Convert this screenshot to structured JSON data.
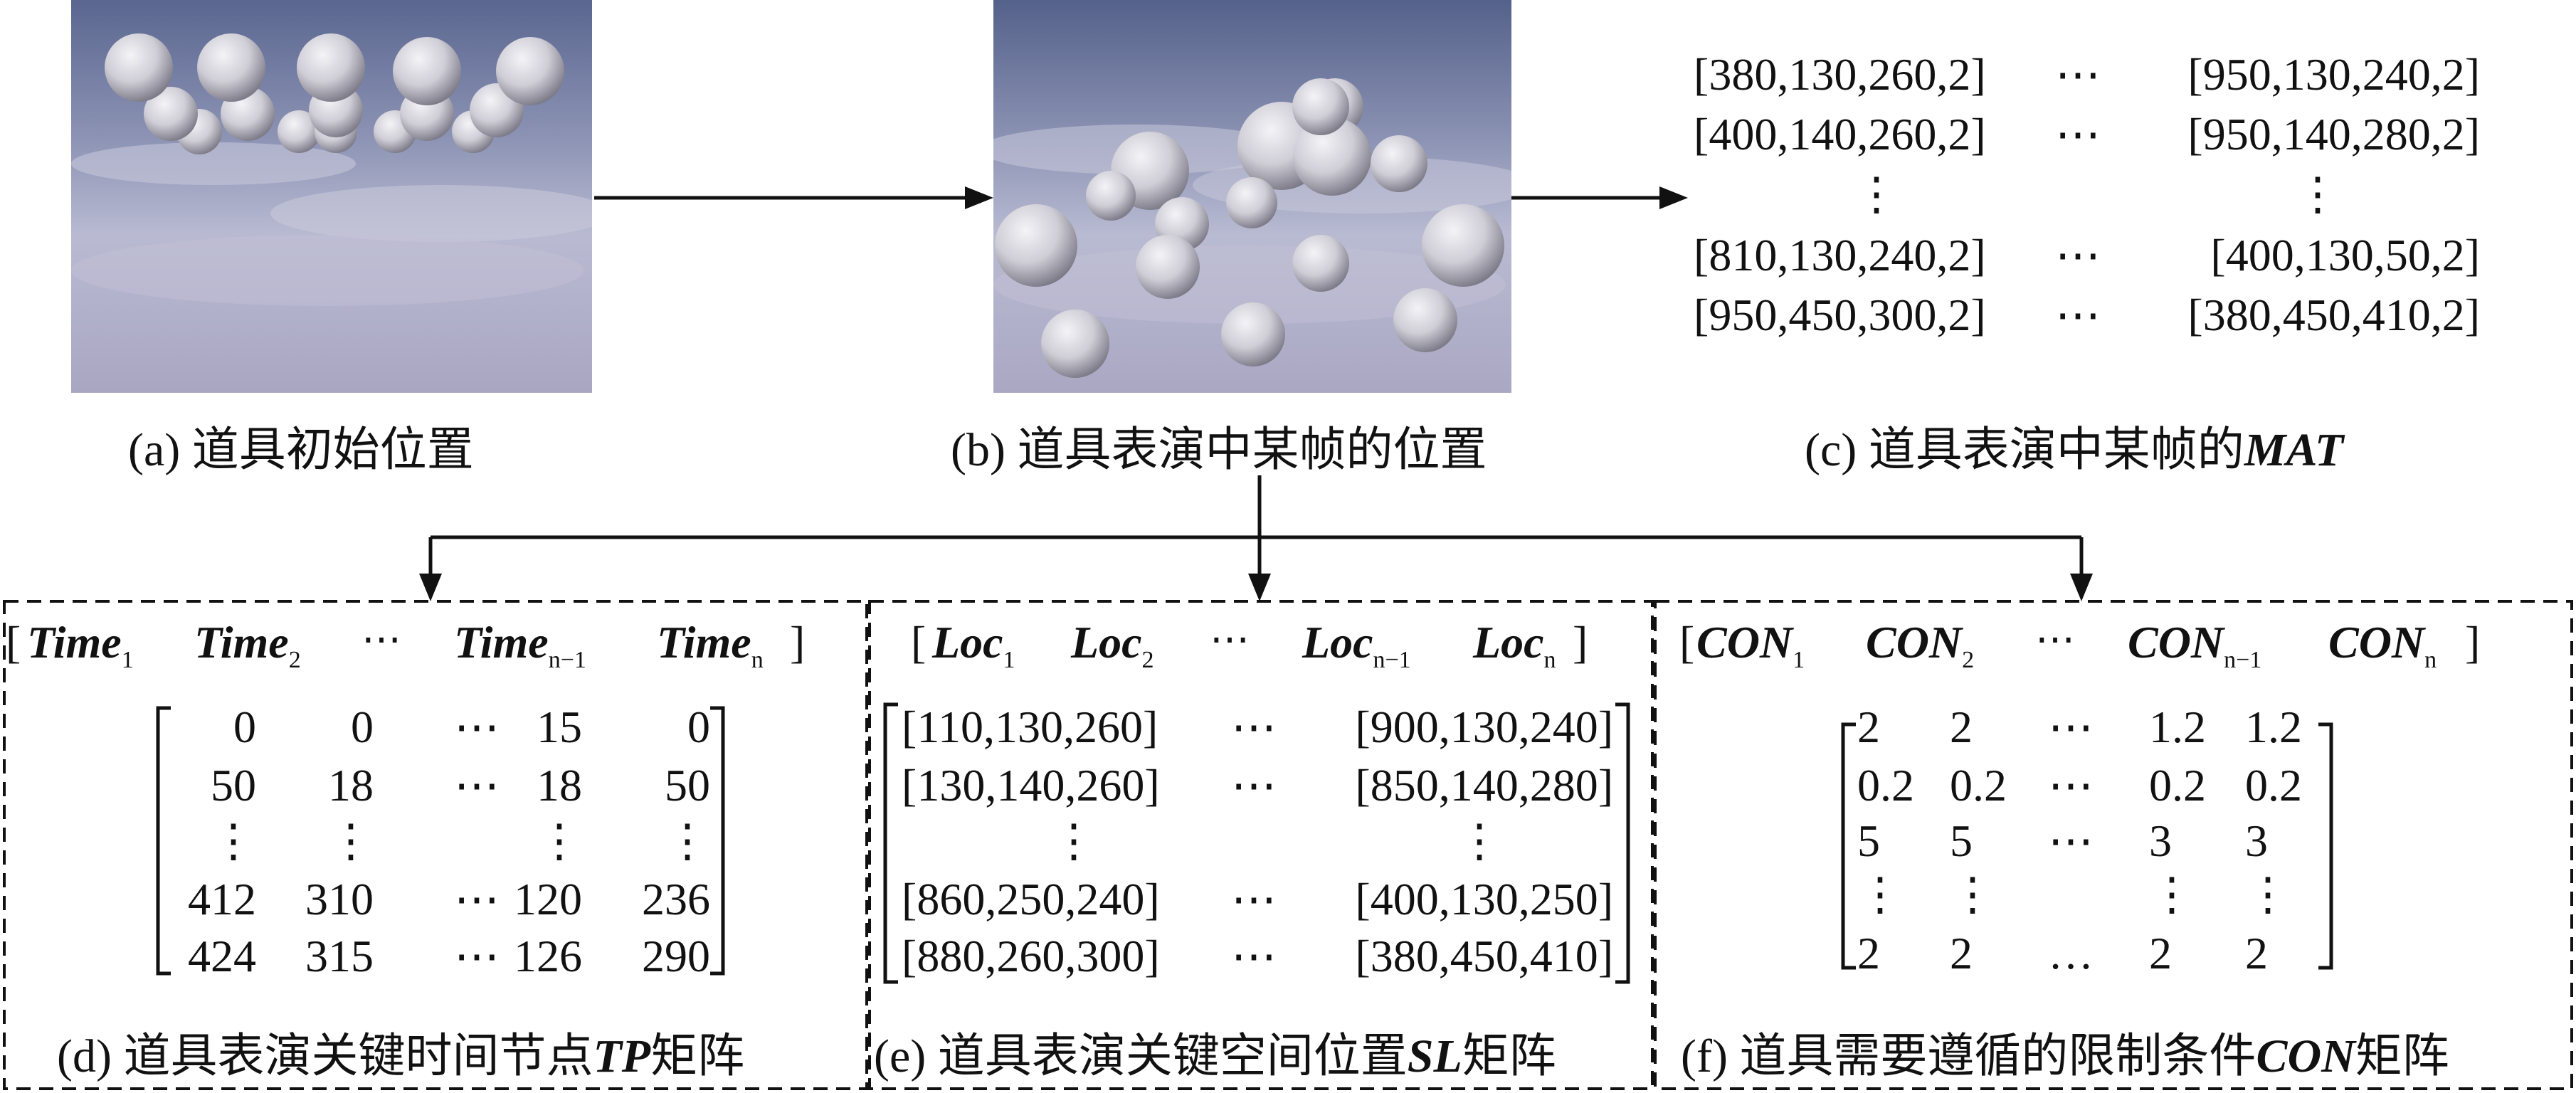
{
  "captions": {
    "a": "(a) 道具初始位置",
    "b": "(b) 道具表演中某帧的位置",
    "c_prefix": "(c) 道具表演中某帧的",
    "c_bold": "MAT",
    "d_prefix": "(d) 道具表演关键时间节点",
    "d_bold": "TP",
    "d_suffix": "矩阵",
    "e_prefix": "(e) 道具表演关键空间位置",
    "e_bold": "SL",
    "e_suffix": "矩阵",
    "f_prefix": "(f) 道具需要遵循的限制条件",
    "f_bold": "CON",
    "f_suffix": "矩阵"
  },
  "mat": {
    "rows": [
      [
        "[380,130,260,2]",
        "⋯",
        "[950,130,240,2]"
      ],
      [
        "[400,140,260,2]",
        "⋯",
        "[950,140,280,2]"
      ],
      [
        "⋮",
        "",
        "⋮"
      ],
      [
        "[810,130,240,2]",
        "⋯",
        "[400,130,50,2]"
      ],
      [
        "[950,450,300,2]",
        "⋯",
        "[380,450,410,2]"
      ]
    ]
  },
  "tp": {
    "header": {
      "open": "[",
      "t1": "Time",
      "s1": "1",
      "t2": "Time",
      "s2": "2",
      "dots": "⋯",
      "t3": "Time",
      "s3": "n−1",
      "t4": "Time",
      "s4": "n",
      "close": "]"
    },
    "rows": [
      [
        "0",
        "0",
        "⋯",
        "15",
        "0"
      ],
      [
        "50",
        "18",
        "⋯",
        "18",
        "50"
      ],
      [
        "⋮",
        "⋮",
        "",
        "⋮",
        "⋮"
      ],
      [
        "412",
        "310",
        "⋯",
        "120",
        "236"
      ],
      [
        "424",
        "315",
        "⋯",
        "126",
        "290"
      ]
    ]
  },
  "sl": {
    "header": {
      "open": "[",
      "t1": "Loc",
      "s1": "1",
      "t2": "Loc",
      "s2": "2",
      "dots": "⋯",
      "t3": "Loc",
      "s3": "n−1",
      "t4": "Loc",
      "s4": "n",
      "close": "]"
    },
    "rows": [
      [
        "[110,130,260]",
        "⋯",
        "[900,130,240]"
      ],
      [
        "[130,140,260]",
        "⋯",
        "[850,140,280]"
      ],
      [
        "⋮",
        "",
        "⋮"
      ],
      [
        "[860,250,240]",
        "⋯",
        "[400,130,250]"
      ],
      [
        "[880,260,300]",
        "⋯",
        "[380,450,410]"
      ]
    ]
  },
  "con": {
    "header": {
      "open": "[",
      "t1": "CON",
      "s1": "1",
      "t2": "CON",
      "s2": "2",
      "dots": "⋯",
      "t3": "CON",
      "s3": "n−1",
      "t4": "CON",
      "s4": "n",
      "close": "]"
    },
    "rows": [
      [
        "2",
        "2",
        "⋯",
        "1.2",
        "1.2"
      ],
      [
        "0.2",
        "0.2",
        "⋯",
        "0.2",
        "0.2"
      ],
      [
        "5",
        "5",
        "⋯",
        "3",
        "3"
      ],
      [
        "⋮",
        "⋮",
        "",
        "⋮",
        "⋮"
      ],
      [
        "2",
        "2",
        "…",
        "2",
        "2"
      ]
    ]
  },
  "colors": {
    "sky_top": "#5d6a8e",
    "sky_mid": "#a7adc6",
    "sky_bottom": "#a9a7c3",
    "sphere": "#d9d8de",
    "line": "#111111"
  }
}
